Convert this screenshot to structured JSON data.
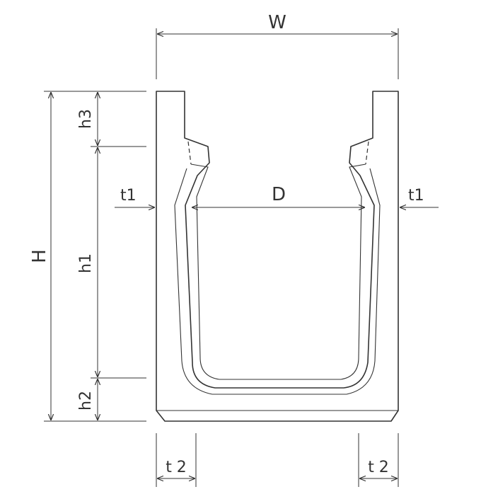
{
  "labels": {
    "W": "W",
    "H": "H",
    "D": "D",
    "h1": "h1",
    "h2": "h2",
    "h3": "h3",
    "t1_left": "t1",
    "t1_right": "t1",
    "t2_left": "t 2",
    "t2_right": "t 2"
  }
}
